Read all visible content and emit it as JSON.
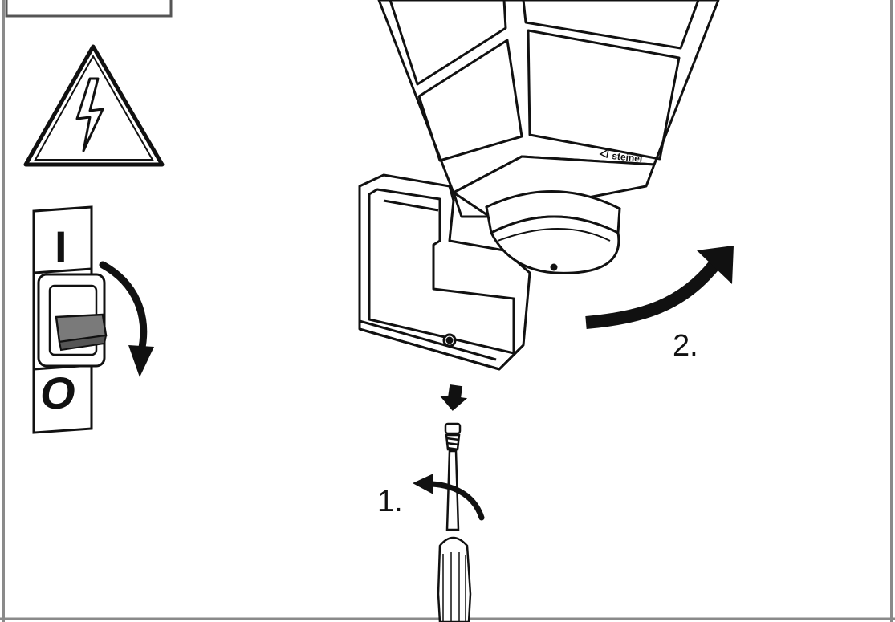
{
  "labels": {
    "step1": "1.",
    "step2": "2.",
    "switch_on": "I",
    "switch_off": "O"
  },
  "brand_mark": "steinel",
  "icons": {
    "warning": "high-voltage-warning-icon",
    "switch": "circuit-breaker-switch-icon",
    "unscrew": "counterclockwise-arrow-icon",
    "remove": "curved-arrow-icon",
    "screwdriver": "screwdriver-icon"
  },
  "colors": {
    "line": "#111111",
    "background": "#ffffff",
    "switch_lever": "#7a7a7a",
    "frame": "#8a8a8a"
  }
}
